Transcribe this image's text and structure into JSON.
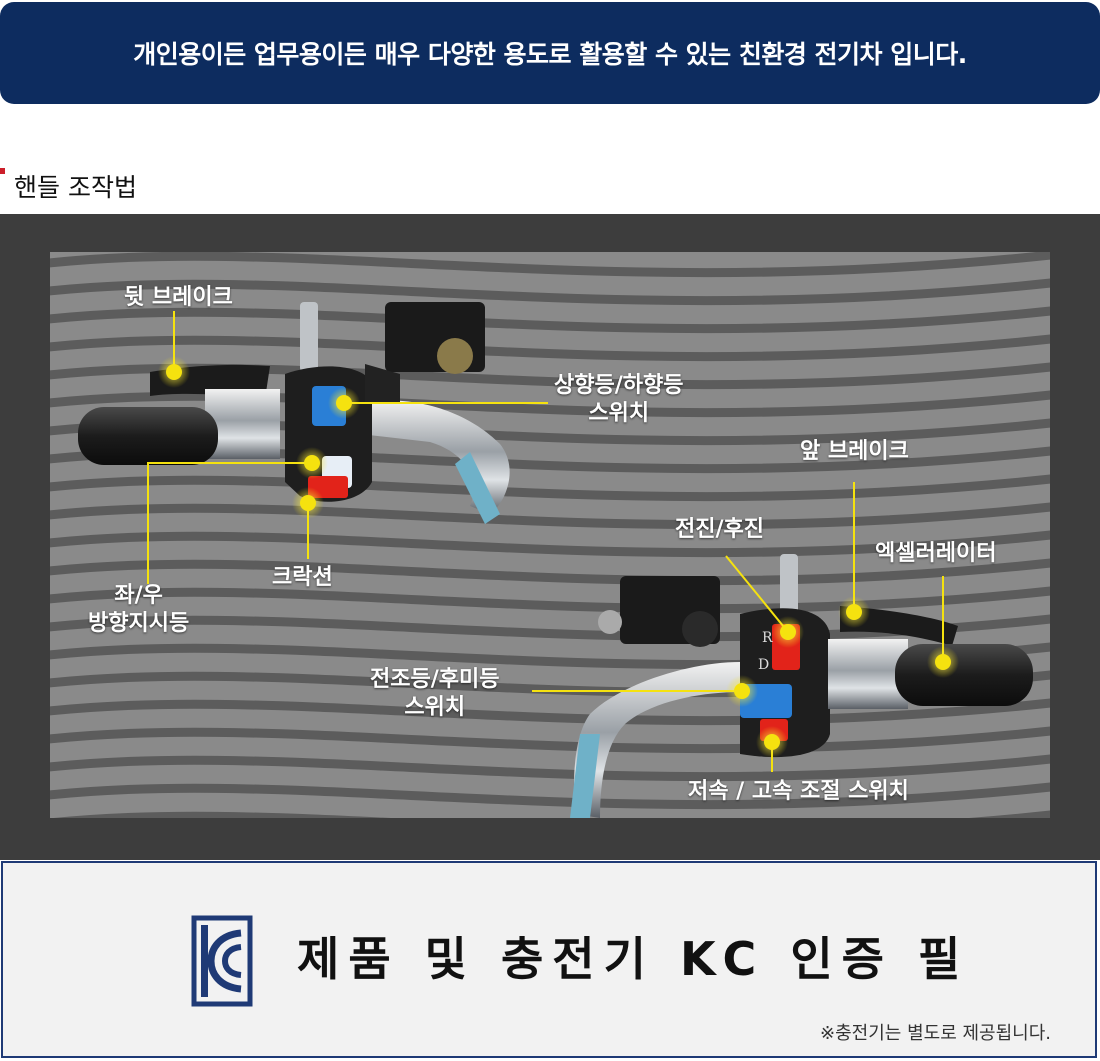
{
  "banner": {
    "text": "개인용이든 업무용이든 매우 다양한 용도로 활용할 수 있는 친환경 전기차 입니다."
  },
  "section": {
    "title": "핸들 조작법"
  },
  "labels": {
    "rear_brake": "뒷 브레이크",
    "high_low_beam_1": "상향등/하향등",
    "high_low_beam_2": "스위치",
    "turn_signal_1": "좌/우",
    "turn_signal_2": "방향지시등",
    "horn": "크락션",
    "front_brake": "앞 브레이크",
    "forward_reverse": "전진/후진",
    "accelerator": "엑셀러레이터",
    "headlight_tail_1": "전조등/후미등",
    "headlight_tail_2": "스위치",
    "speed_switch": "저속 / 고속 조절 스위치"
  },
  "switch_marks": {
    "reverse": "R",
    "drive": "D"
  },
  "certification": {
    "title": "제품 및 충전기 KC 인증 필",
    "note": "※충전기는 별도로 제공됩니다."
  },
  "colors": {
    "navy": "#0d2c5f",
    "marker": "#f5e20f",
    "red_accent": "#cc1f2a"
  },
  "icons": [
    "kc-mark-icon",
    "marker-dot-icon"
  ]
}
